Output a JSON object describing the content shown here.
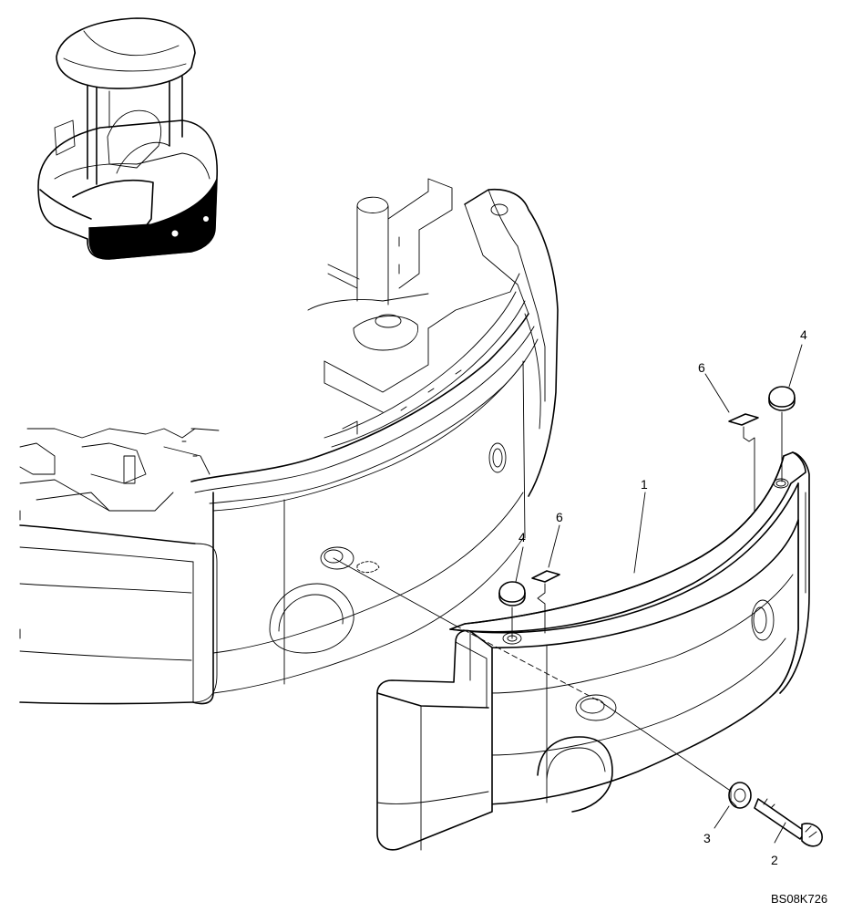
{
  "callouts": [
    {
      "id": "c1",
      "text": "1"
    },
    {
      "id": "c2",
      "text": "2"
    },
    {
      "id": "c3",
      "text": "3"
    },
    {
      "id": "c4a",
      "text": "4"
    },
    {
      "id": "c4b",
      "text": "4"
    },
    {
      "id": "c6a",
      "text": "6"
    },
    {
      "id": "c6b",
      "text": "6"
    }
  ],
  "drawing_code": "BS08K726",
  "colors": {
    "line": "#000000",
    "background": "#ffffff",
    "highlight": "#000000"
  }
}
